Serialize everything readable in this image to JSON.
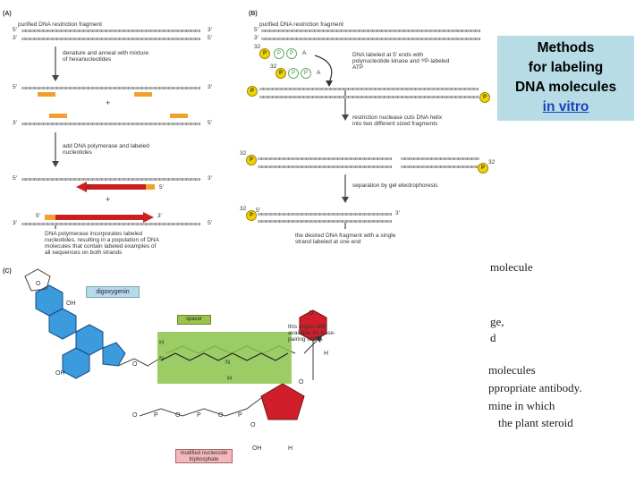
{
  "title": {
    "line1": "Methods",
    "line2": "for labeling",
    "line3": "DNA molecules",
    "line4": "in vitro"
  },
  "panelA": {
    "label": "(A)",
    "top_label": "purified DNA restriction fragment",
    "step1": "denature and anneal with mixture of hexanucleotides",
    "step2": "add DNA polymerase and labeled nucleotides",
    "step3": "DNA polymerase incorporates labeled nucleotides, resulting in a population of DNA molecules that contain labeled examples of all sequences on both strands",
    "plus": "+"
  },
  "panelB": {
    "label": "(B)",
    "top_label": "purified DNA restriction fragment",
    "step1": "DNA labeled at 5′ ends with polynucleotide kinase and ³²P-labeled ATP",
    "step2": "restriction nuclease cuts DNA helix into two different sized fragments",
    "step3": "separation by gel electrophoresis",
    "step4": "the desired DNA fragment with a single strand labeled at one end",
    "p": "P",
    "a": "A",
    "n32": "32"
  },
  "panelC": {
    "label": "(C)",
    "digoxygenin": "digoxygenin",
    "spacer": "spacer",
    "region": "this region still available for base-pairing with A",
    "nucleotide": "modified nucleoside triphosphate",
    "atoms": {
      "o": "O",
      "oh": "OH",
      "h": "H",
      "n": "N",
      "p": "P"
    }
  },
  "ends": {
    "five": "5′",
    "three": "3′"
  },
  "body_text": [
    "molecule",
    "ge,",
    "d",
    "molecules",
    "ppropriate antibody.",
    "mine in which",
    "the plant steroid"
  ]
}
